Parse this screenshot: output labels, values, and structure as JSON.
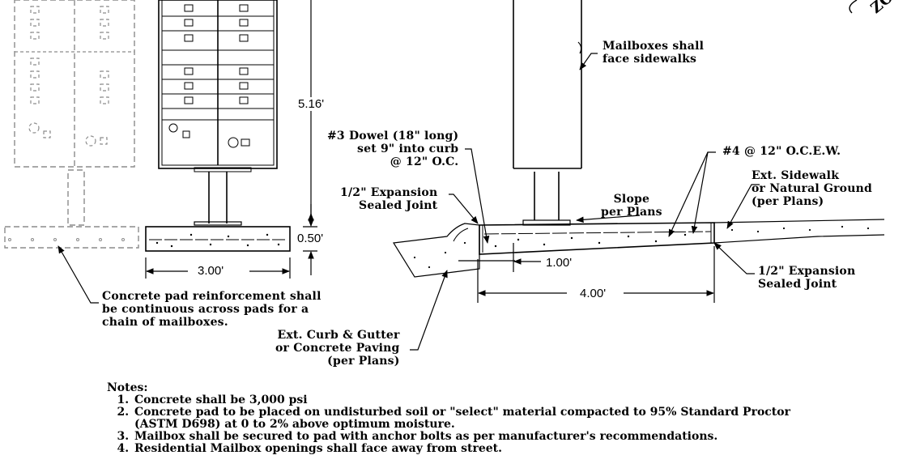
{
  "labels": {
    "mailbox_facing": "Mailboxes shall\nface sidewalks",
    "dowel": "#3 Dowel (18\" long)\nset 9\" into curb\n@ 12\" O.C.",
    "expansion_joint_left": "1/2\" Expansion\nSealed Joint",
    "rebar": "#4 @ 12\" O.C.E.W.",
    "slope": "Slope\nper Plans",
    "sidewalk": "Ext. Sidewalk\nor Natural Ground\n(per Plans)",
    "expansion_joint_right": "1/2\" Expansion\nSealed Joint",
    "reinforcement": "Concrete pad reinforcement shall\nbe continuous across pads for a\nchain of mailboxes.",
    "curb": "Ext. Curb & Gutter\nor Concrete Paving\n(per Plans)"
  },
  "dimensions": {
    "height": "5.16'",
    "pad_thickness": "0.50'",
    "pad_width": "3.00'",
    "dowel_offset": "1.00'",
    "pad_length": "4.00'"
  },
  "notes": {
    "title": "Notes:",
    "items": [
      "Concrete shall be 3,000 psi",
      "Concrete pad to be placed on undisturbed soil or \"select\" material compacted to 95% Standard Proctor (ASTM D698) at 0 to 2% above optimum moisture.",
      "Mailbox shall be secured to pad with anchor bolts as per manufacturer's recommendations.",
      "Residential Mailbox openings shall face away from street."
    ]
  },
  "partial_text": "ZO",
  "colors": {
    "ink": "#000000",
    "hidden": "#8c8c8c",
    "paper": "#ffffff"
  }
}
